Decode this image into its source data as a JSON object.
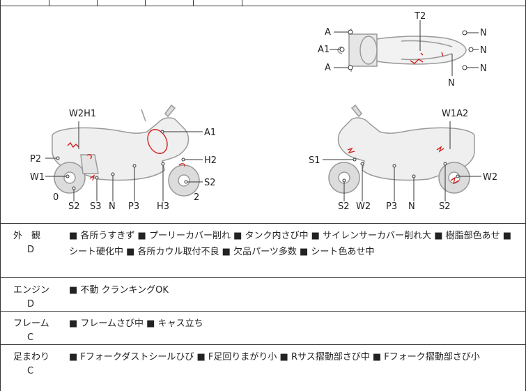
{
  "diagram": {
    "top_view": {
      "labels_left": [
        "A",
        "A1",
        "A"
      ],
      "label_top": "T2",
      "labels_right": [
        "N",
        "N",
        "N"
      ],
      "label_bottom": "N"
    },
    "left_view": {
      "top_label": "W2H1",
      "side_labels": [
        "P2",
        "W1",
        "A1",
        "H2",
        "S2"
      ],
      "bottom_labels": [
        "0",
        "S2",
        "S3",
        "N",
        "P3",
        "H3",
        "2"
      ]
    },
    "right_view": {
      "top_label": "W1A2",
      "side_labels": [
        "S1",
        "W2"
      ],
      "bottom_labels": [
        "S2",
        "W2",
        "P3",
        "N",
        "S2"
      ]
    }
  },
  "rows": [
    {
      "name": "外　観",
      "grade": "D",
      "desc": "■ 各所うすきず ■ プーリーカバー削れ ■ タンク内さび中 ■ サイレンサーカバー削れ大 ■ 樹脂部色あせ ■ シート硬化中 ■ 各所カウル取付不良 ■ 欠品パーツ多数 ■ シート色あせ中"
    },
    {
      "name": "エンジン",
      "grade": "D",
      "desc": "■ 不動 クランキングOK"
    },
    {
      "name": "フレーム",
      "grade": "C",
      "desc": "■ フレームさび中 ■ キャス立ち"
    },
    {
      "name": "足まわり",
      "grade": "C",
      "desc": "■ Fフォークダストシールひび ■ F足回りまがり小 ■ Rサス摺動部さび中 ■ Fフォーク摺動部さび小"
    }
  ],
  "colors": {
    "line": "#333333",
    "scooter": "#bdbdbd",
    "damage": "#d32020"
  }
}
